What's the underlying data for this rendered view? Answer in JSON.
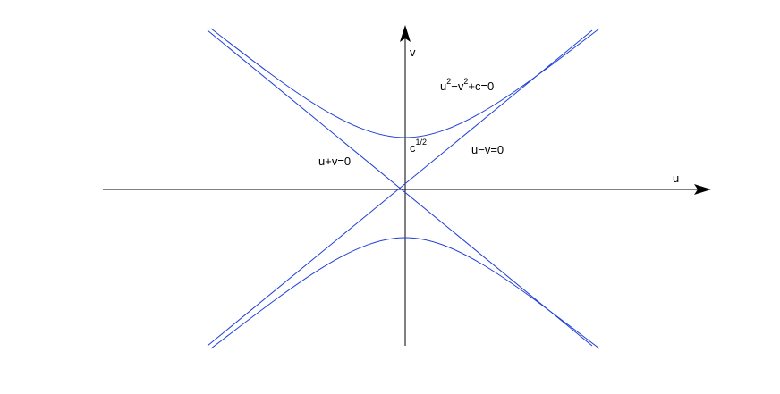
{
  "diagram": {
    "axes": {
      "x_label": "u",
      "y_label": "v",
      "color": "#000000"
    },
    "curves": {
      "color": "#1f3fd6",
      "hyperbola": {
        "label_parts": [
          "u",
          "2",
          "−v",
          "2",
          "+c=0"
        ]
      },
      "asymptote_diagonal_rising": {
        "label": "u−v=0"
      },
      "asymptote_diagonal_falling": {
        "label": "u+v=0"
      }
    },
    "vertex": {
      "label_base": "c",
      "label_exp": "1/2"
    }
  }
}
